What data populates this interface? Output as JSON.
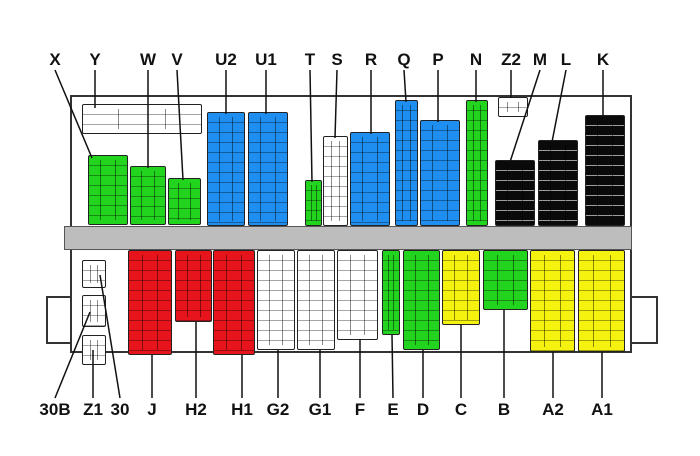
{
  "top_labels": [
    "X",
    "Y",
    "W",
    "V",
    "U2",
    "U1",
    "T",
    "S",
    "R",
    "Q",
    "P",
    "N",
    "Z2",
    "M",
    "L",
    "K"
  ],
  "bottom_labels": [
    "30B",
    "Z1",
    "30",
    "J",
    "H2",
    "H1",
    "G2",
    "G1",
    "F",
    "E",
    "D",
    "C",
    "B",
    "A2",
    "A1"
  ],
  "colors": {
    "green": "#22d41e",
    "blue": "#1e8ff0",
    "red": "#e8141b",
    "white": "#ffffff",
    "black": "#0a0a0a",
    "yellow": "#f4f20e"
  }
}
